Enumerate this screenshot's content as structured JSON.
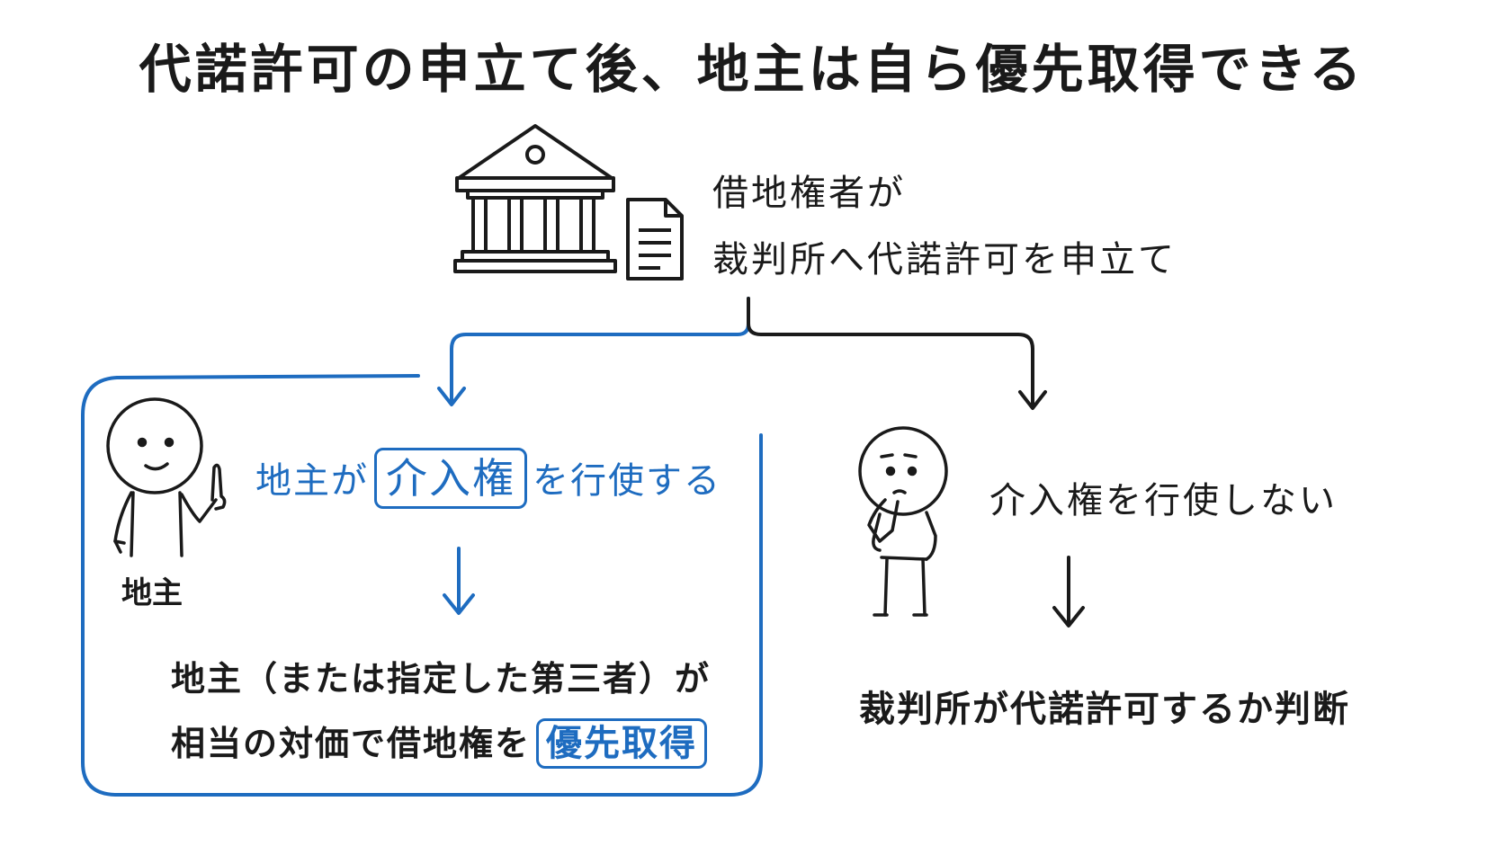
{
  "title": "代諾許可の申立て後、地主は自ら優先取得できる",
  "petition": {
    "line1": "借地権者が",
    "line2": "裁判所へ代諾許可を申立て"
  },
  "left_branch": {
    "exercise_prefix": "地主が",
    "exercise_keyword": "介入権",
    "exercise_suffix": "を行使する",
    "landlord_label": "地主",
    "result_line1": "地主（または指定した第三者）が",
    "result_line2_prefix": "相当の対価で借地権を",
    "result_line2_keyword": "優先取得"
  },
  "right_branch": {
    "no_exercise": "介入権を行使しない",
    "court_decides": "裁判所が代諾許可するか判断"
  },
  "colors": {
    "accent": "#1e6cc0",
    "ink": "#1a1a1a",
    "background": "#ffffff"
  },
  "icons": [
    "courthouse-icon",
    "document-icon",
    "landlord-figure-icon",
    "thinking-person-icon",
    "arrow-down-icon"
  ]
}
